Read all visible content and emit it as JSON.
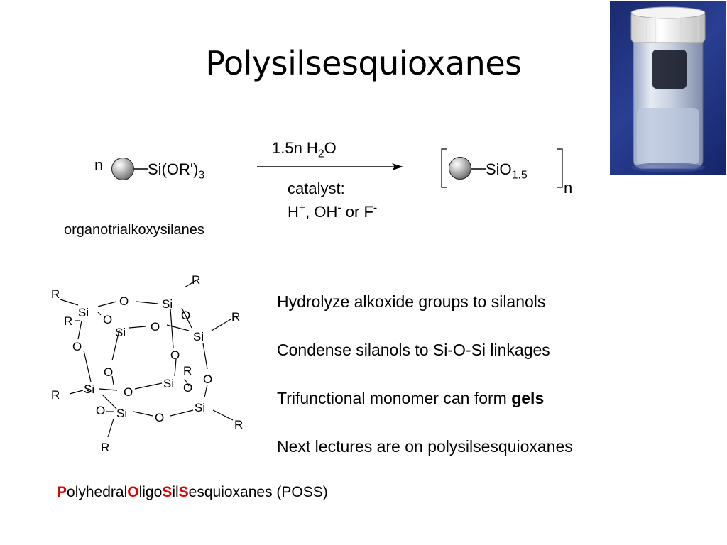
{
  "title": "Polysilsesquioxanes",
  "reaction": {
    "coefficient": "n",
    "reactant_main": "Si(OR')",
    "reactant_sub": "3",
    "reagent_prefix": "1.5n H",
    "reagent_sub": "2",
    "reagent_suffix": "O",
    "catalyst_label": "catalyst:",
    "catalyst_h": "H",
    "catalyst_h_sup": "+",
    "catalyst_oh": ", OH",
    "catalyst_oh_sup": "-",
    "catalyst_or": " or  F",
    "catalyst_f_sup": "-",
    "product_main": "SiO",
    "product_sub": "1.5",
    "product_n": "n",
    "reactant_caption": "organotrialkoxysilanes"
  },
  "bullets": [
    {
      "text": "Hydrolyze alkoxide groups to silanols"
    },
    {
      "text": "Condense silanols to Si-O-Si linkages"
    },
    {
      "text": "Trifunctional monomer can form ",
      "bold": "gels"
    },
    {
      "text": "Next lectures are on polysilsesquioxanes"
    }
  ],
  "poss": {
    "p1": "P",
    "t1": "olyhedral",
    "p2": "O",
    "t2": "ligo",
    "p3": "S",
    "t3": "il",
    "p4": "S",
    "t4": "esquioxanes (POSS)"
  },
  "colors": {
    "highlight": "#e00000",
    "photo_background": "#1f3282"
  },
  "cage": {
    "si": "Si",
    "o": "O",
    "r": "R"
  }
}
